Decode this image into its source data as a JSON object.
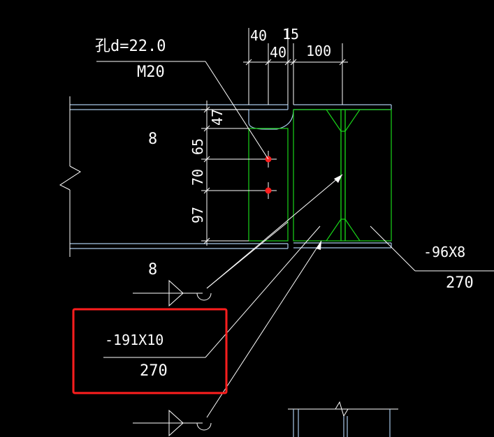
{
  "colors": {
    "background": "#000000",
    "beam": "#a8c8e8",
    "stiffener": "#19d419",
    "dimension": "#ffffff",
    "bolt": "#ff1e1e",
    "highlight": "#ff1e1e"
  },
  "hole_label": "孔d=22.0",
  "bolt_label": "M20",
  "dims_top": [
    "40",
    "15",
    "40",
    "100"
  ],
  "dims_side": [
    "47",
    "65",
    "70",
    "97"
  ],
  "weld_upper": "8",
  "weld_lower": "8",
  "plate_left": {
    "size": "-191X10",
    "length": "270"
  },
  "plate_right": {
    "size": "-96X8",
    "length": "270"
  }
}
